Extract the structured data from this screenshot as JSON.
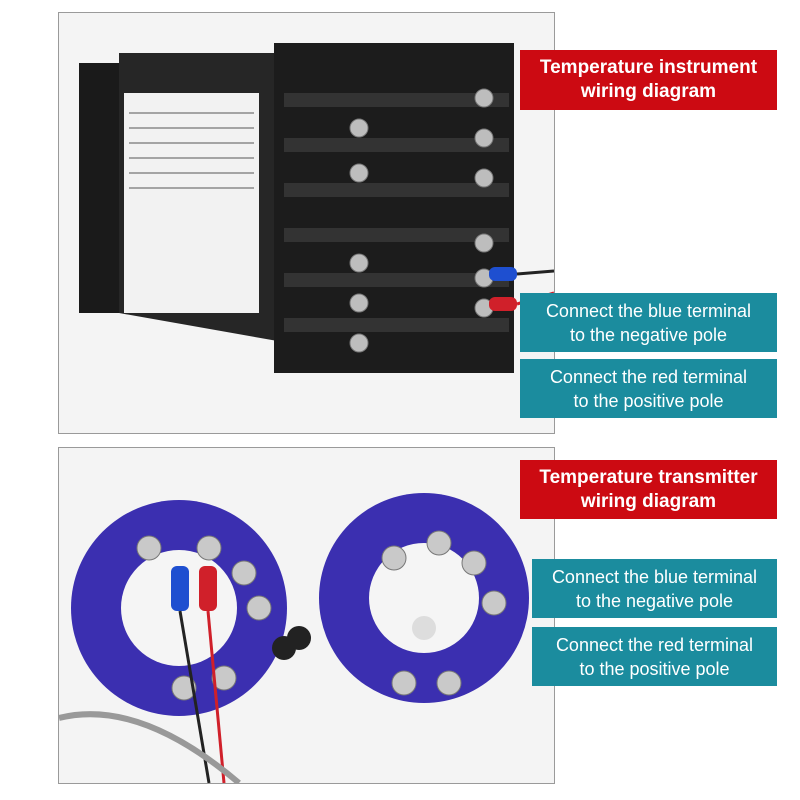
{
  "colors": {
    "red_label": "#cc0a12",
    "teal_label": "#1b8c9e"
  },
  "instrument_section": {
    "title_line1": "Temperature instrument",
    "title_line2": "wiring diagram",
    "blue_note_line1": "Connect the blue terminal",
    "blue_note_line2": "to the negative pole",
    "red_note_line1": "Connect the red terminal",
    "red_note_line2": "to the positive pole"
  },
  "transmitter_section": {
    "title_line1": "Temperature transmitter",
    "title_line2": "wiring diagram",
    "blue_note_line1": "Connect the blue terminal",
    "blue_note_line2": "to the negative pole",
    "red_note_line1": "Connect the red terminal",
    "red_note_line2": "to the positive pole"
  }
}
